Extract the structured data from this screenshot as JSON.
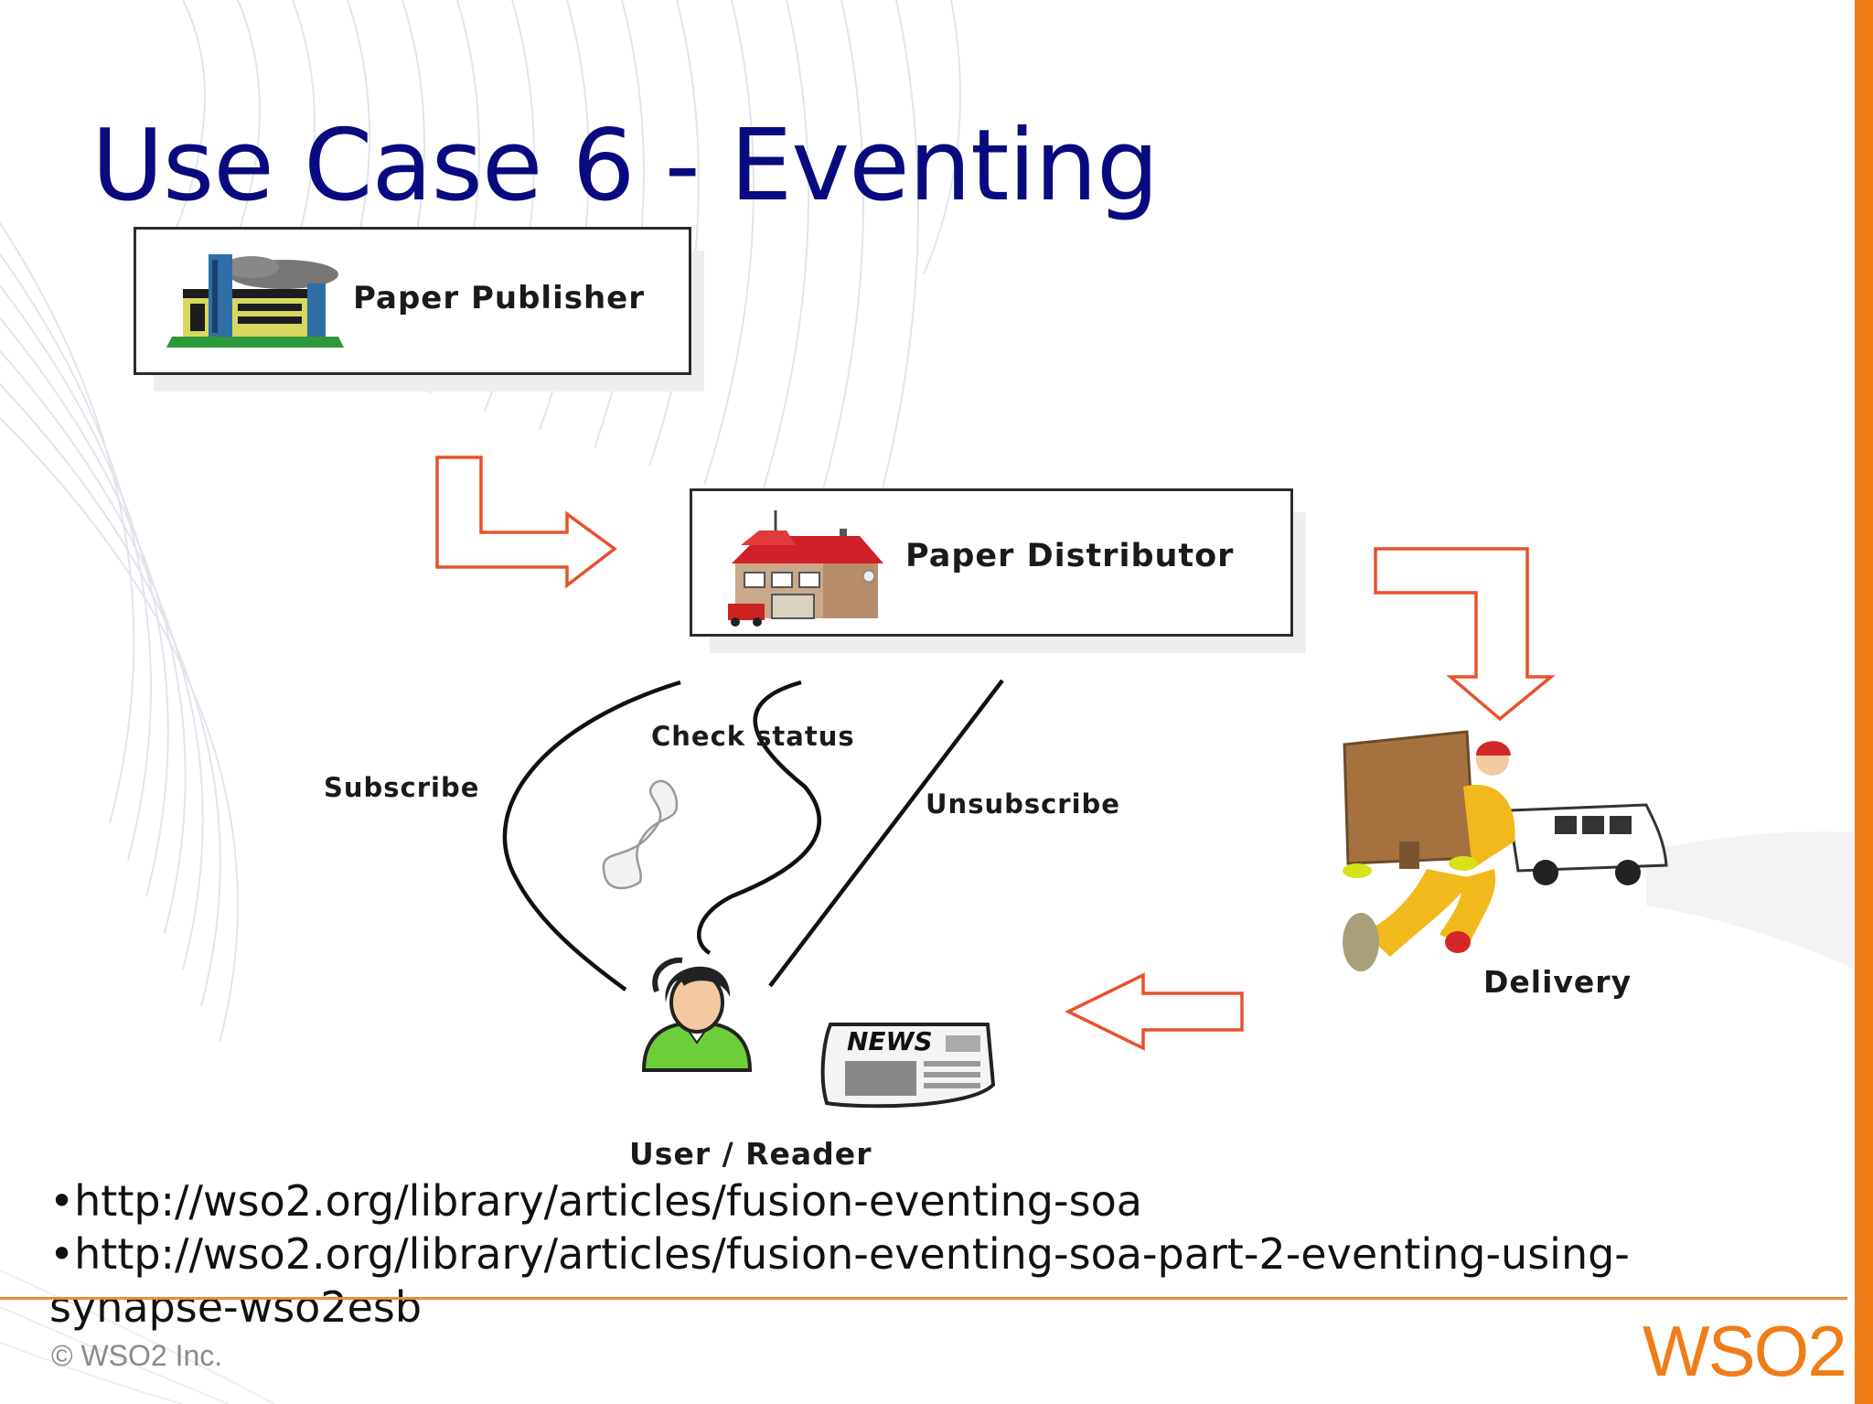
{
  "slide": {
    "title": "Use Case 6 - Eventing"
  },
  "diagram": {
    "nodes": {
      "publisher": {
        "label": "Paper Publisher",
        "icon": "factory-building-icon"
      },
      "distributor": {
        "label": "Paper Distributor",
        "icon": "house-building-icon"
      },
      "delivery": {
        "label": "Delivery",
        "icon": "delivery-man-van-icon"
      },
      "reader": {
        "label": "User / Reader",
        "icon": "user-avatar-icon"
      }
    },
    "edges": {
      "subscribe": "Subscribe",
      "check_status": "Check status",
      "unsubscribe": "Unsubscribe"
    },
    "newspaper_text": "NEWS",
    "arrow_color": "#e8512c"
  },
  "references": {
    "line1": "•http://wso2.org/library/articles/fusion-eventing-soa",
    "line2": "•http://wso2.org/library/articles/fusion-eventing-soa-part-2-eventing-using-",
    "line3": "synapse-wso2esb"
  },
  "footer": {
    "copyright": "© WSO2 Inc.",
    "logo_text": "WSO2"
  },
  "colors": {
    "title": "#0a0a80",
    "accent_orange": "#f07d1a"
  }
}
